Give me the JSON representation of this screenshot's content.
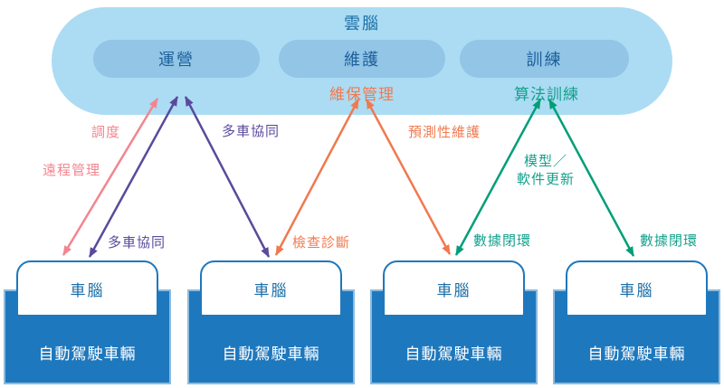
{
  "cloud": {
    "title": "雲腦",
    "pills": [
      {
        "label": "運營"
      },
      {
        "label": "維護"
      },
      {
        "label": "訓練"
      }
    ],
    "maintenance_management_label": "維保管理",
    "algorithm_training_label": "算法訓練"
  },
  "edges": {
    "dispatch": "調度",
    "remote_management": "遠程管理",
    "multi_vehicle_coordination_upper": "多車協同",
    "multi_vehicle_coordination_lower": "多車協同",
    "inspection_diagnosis": "檢查診斷",
    "predictive_maintenance": "預測性維護",
    "data_closed_loop_left": "數據閉環",
    "data_closed_loop_right": "數據閉環",
    "model_software_update_line1": "模型／",
    "model_software_update_line2": "軟件更新"
  },
  "vehicles": [
    {
      "brain": "車腦",
      "label": "自動駕駛車輛"
    },
    {
      "brain": "車腦",
      "label": "自動駕駛車輛"
    },
    {
      "brain": "車腦",
      "label": "自動駕駛車輛"
    },
    {
      "brain": "車腦",
      "label": "自動駕駛車輛"
    }
  ],
  "colors": {
    "cloud_bg": "#abdcf3",
    "pill_bg": "#92c5e6",
    "dark_blue_text": "#1c6fa8",
    "vehicle_body_blue": "#1e78bd",
    "pink_arrow": "#f2858f",
    "purple_arrow": "#5b4a9b",
    "orange_arrow": "#f0794f",
    "green_arrow": "#009e78",
    "teal_text": "#14a18c"
  }
}
